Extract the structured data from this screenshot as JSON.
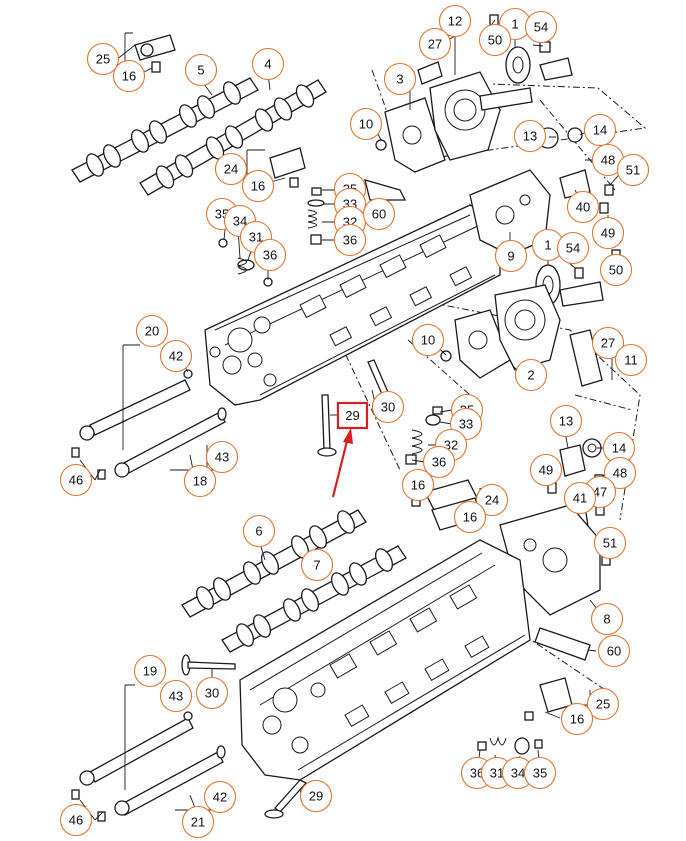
{
  "colors": {
    "callout_stroke": "#e8722c",
    "highlight": "#d81e1e",
    "line": "#1a1a1a"
  },
  "callouts": [
    {
      "id": "c25a",
      "label": "25"
    },
    {
      "id": "c16a",
      "label": "16"
    },
    {
      "id": "c5",
      "label": "5"
    },
    {
      "id": "c4",
      "label": "4"
    },
    {
      "id": "c12a",
      "label": "12"
    },
    {
      "id": "c1a",
      "label": "1"
    },
    {
      "id": "c54a",
      "label": "54"
    },
    {
      "id": "c27a",
      "label": "27"
    },
    {
      "id": "c50a",
      "label": "50"
    },
    {
      "id": "c3",
      "label": "3"
    },
    {
      "id": "c10a",
      "label": "10"
    },
    {
      "id": "c13a",
      "label": "13"
    },
    {
      "id": "c14a",
      "label": "14"
    },
    {
      "id": "c48a",
      "label": "48"
    },
    {
      "id": "c51a",
      "label": "51"
    },
    {
      "id": "c24a",
      "label": "24"
    },
    {
      "id": "c16b",
      "label": "16"
    },
    {
      "id": "c35a",
      "label": "35"
    },
    {
      "id": "c33a",
      "label": "33"
    },
    {
      "id": "c32a",
      "label": "32"
    },
    {
      "id": "c36a",
      "label": "36"
    },
    {
      "id": "c60a",
      "label": "60"
    },
    {
      "id": "c40",
      "label": "40"
    },
    {
      "id": "c49a",
      "label": "49"
    },
    {
      "id": "c35b",
      "label": "35"
    },
    {
      "id": "c34a",
      "label": "34"
    },
    {
      "id": "c31a",
      "label": "31"
    },
    {
      "id": "c36b",
      "label": "36"
    },
    {
      "id": "c9",
      "label": "9"
    },
    {
      "id": "c1b",
      "label": "1"
    },
    {
      "id": "c54b",
      "label": "54"
    },
    {
      "id": "c50b",
      "label": "50"
    },
    {
      "id": "c20",
      "label": "20"
    },
    {
      "id": "c42a",
      "label": "42"
    },
    {
      "id": "c10b",
      "label": "10"
    },
    {
      "id": "c27b",
      "label": "27"
    },
    {
      "id": "c11",
      "label": "11"
    },
    {
      "id": "c2",
      "label": "2"
    },
    {
      "id": "c30a",
      "label": "30"
    },
    {
      "id": "c35c",
      "label": "35"
    },
    {
      "id": "c33b",
      "label": "33"
    },
    {
      "id": "c32b",
      "label": "32"
    },
    {
      "id": "c36c",
      "label": "36"
    },
    {
      "id": "c43a",
      "label": "43"
    },
    {
      "id": "c13b",
      "label": "13"
    },
    {
      "id": "c14b",
      "label": "14"
    },
    {
      "id": "c49b",
      "label": "49"
    },
    {
      "id": "c48b",
      "label": "48"
    },
    {
      "id": "c47",
      "label": "47"
    },
    {
      "id": "c41",
      "label": "41"
    },
    {
      "id": "c46a",
      "label": "46"
    },
    {
      "id": "c18",
      "label": "18"
    },
    {
      "id": "c16c",
      "label": "16"
    },
    {
      "id": "c24b",
      "label": "24"
    },
    {
      "id": "c16d",
      "label": "16"
    },
    {
      "id": "c51b",
      "label": "51"
    },
    {
      "id": "c6",
      "label": "6"
    },
    {
      "id": "c7",
      "label": "7"
    },
    {
      "id": "c8",
      "label": "8"
    },
    {
      "id": "c60b",
      "label": "60"
    },
    {
      "id": "c19",
      "label": "19"
    },
    {
      "id": "c43b",
      "label": "43"
    },
    {
      "id": "c30b",
      "label": "30"
    },
    {
      "id": "c25b",
      "label": "25"
    },
    {
      "id": "c16e",
      "label": "16"
    },
    {
      "id": "c36d",
      "label": "36"
    },
    {
      "id": "c31b",
      "label": "31"
    },
    {
      "id": "c34b",
      "label": "34"
    },
    {
      "id": "c35d",
      "label": "35"
    },
    {
      "id": "c29b",
      "label": "29"
    },
    {
      "id": "c42b",
      "label": "42"
    },
    {
      "id": "c46b",
      "label": "46"
    },
    {
      "id": "c21",
      "label": "21"
    }
  ],
  "highlighted_callout": {
    "label": "29"
  }
}
